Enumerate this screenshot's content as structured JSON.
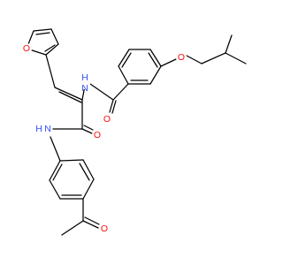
{
  "molecule": {
    "atoms": [
      {
        "id": "O_furan",
        "symbol": "O",
        "color": "#ff0d0d"
      },
      {
        "id": "O_ether",
        "symbol": "O",
        "color": "#ff0d0d"
      },
      {
        "id": "N_enamide",
        "symbol": "N",
        "color": "#3050f8"
      },
      {
        "id": "H_enamide",
        "symbol": "H",
        "color": "#3050f8"
      },
      {
        "id": "O_benzamide",
        "symbol": "O",
        "color": "#ff0d0d"
      },
      {
        "id": "O_amide",
        "symbol": "O",
        "color": "#ff0d0d"
      },
      {
        "id": "N_anilide",
        "symbol": "N",
        "color": "#3050f8"
      },
      {
        "id": "H_anilide",
        "symbol": "H",
        "color": "#3050f8"
      },
      {
        "id": "O_acetyl",
        "symbol": "O",
        "color": "#ff0d0d"
      }
    ],
    "bond_color": "#000000"
  }
}
